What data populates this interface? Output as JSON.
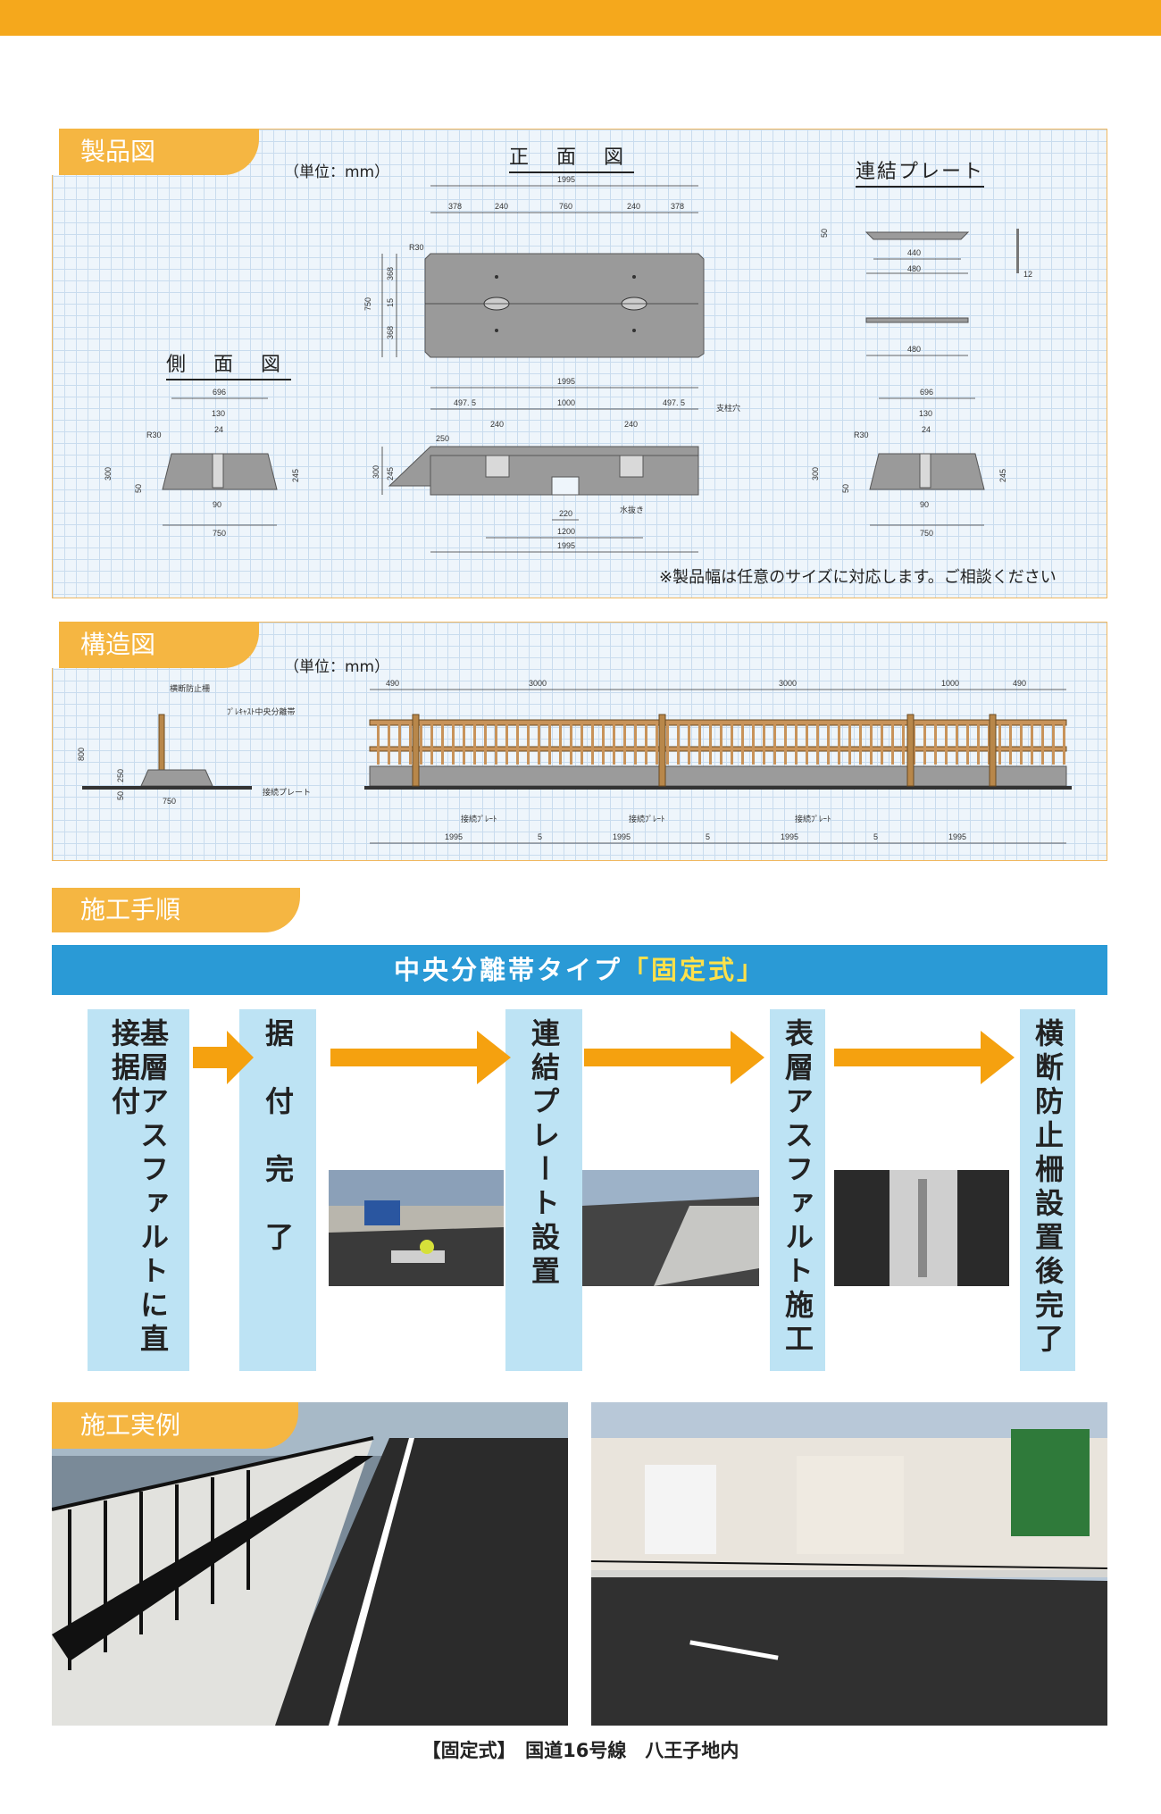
{
  "sections": {
    "product_drawing": "製品図",
    "structure_drawing": "構造図",
    "procedure": "施工手順",
    "examples": "施工実例"
  },
  "units": {
    "product": "（単位：mm）",
    "structure": "（単位：mm）"
  },
  "drawing_titles": {
    "front": "正 面 図",
    "side": "側 面 図",
    "plate": "連結プレート"
  },
  "note": "※製品幅は任意のサイズに対応します。ご相談ください",
  "front_top_dims": {
    "total": "1995",
    "segments": [
      "378",
      "240",
      "760",
      "240",
      "378"
    ],
    "height": "750",
    "h1": "368",
    "h2": "15",
    "h3": "368",
    "r": "R30"
  },
  "front_bottom_dims": {
    "total": "1995",
    "left": "497. 5",
    "mid": "1000",
    "right": "497. 5",
    "a": "240",
    "b": "240",
    "c": "250",
    "h": "300",
    "h2": "245",
    "slot": "220",
    "span": "1200",
    "bottom": "1995",
    "label_hole": "支柱穴",
    "label_drain": "水抜き"
  },
  "side_dims": {
    "top": "696",
    "a": "130",
    "b": "24",
    "w": "90",
    "base": "750",
    "h": "300",
    "h2": "245",
    "h3": "50",
    "r": "R30"
  },
  "plate_dims": {
    "a": "440",
    "b": "480",
    "c": "480",
    "t": "12",
    "h": "50"
  },
  "structure_labels": {
    "fence": "横断防止柵",
    "median": "ﾌﾟﾚｷｬｽﾄ中央分離帯",
    "plate": "接続プレート",
    "h800": "800",
    "h250": "250",
    "h50": "50",
    "w750": "750"
  },
  "structure_dims": {
    "top": [
      "490",
      "3000",
      "3000",
      "1000",
      "490"
    ],
    "bottom": [
      "1995",
      "5",
      "1995",
      "5",
      "1995",
      "5",
      "1995"
    ],
    "plate_label": "接続ﾌﾟﾚｰﾄ"
  },
  "banner": {
    "prefix": "中央分離帯タイプ",
    "highlight": "「固定式」"
  },
  "steps": [
    "基層アスファルトに直接据付",
    "据　付　完　了",
    "連結プレート設置",
    "表層アスファルト施工",
    "横断防止柵設置後完了"
  ],
  "caption": "【固定式】　国道16号線　八王子地内",
  "colors": {
    "accent": "#f5a81c",
    "banner": "#2a9ad6",
    "step_bg": "#bde3f4",
    "arrow": "#f5a10f"
  }
}
